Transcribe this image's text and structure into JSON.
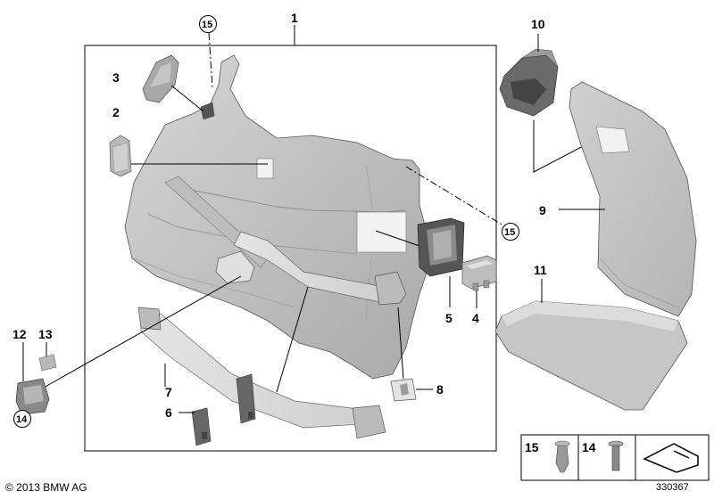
{
  "callouts": {
    "c1": "1",
    "c2": "2",
    "c3": "3",
    "c4": "4",
    "c5": "5",
    "c6": "6",
    "c7": "7",
    "c8": "8",
    "c9": "9",
    "c10": "10",
    "c11": "11",
    "c12": "12",
    "c13": "13"
  },
  "circled": {
    "c15_top": "15",
    "c15_right": "15",
    "c14": "14"
  },
  "legend": {
    "item15": "15",
    "item14": "14"
  },
  "footer": {
    "copyright": "© 2013 BMW AG",
    "figure_number": "330367"
  },
  "colors": {
    "part_fill": "#c8c8c8",
    "part_dark": "#9a9a9a",
    "part_light": "#e2e2e2",
    "line": "#000000"
  }
}
